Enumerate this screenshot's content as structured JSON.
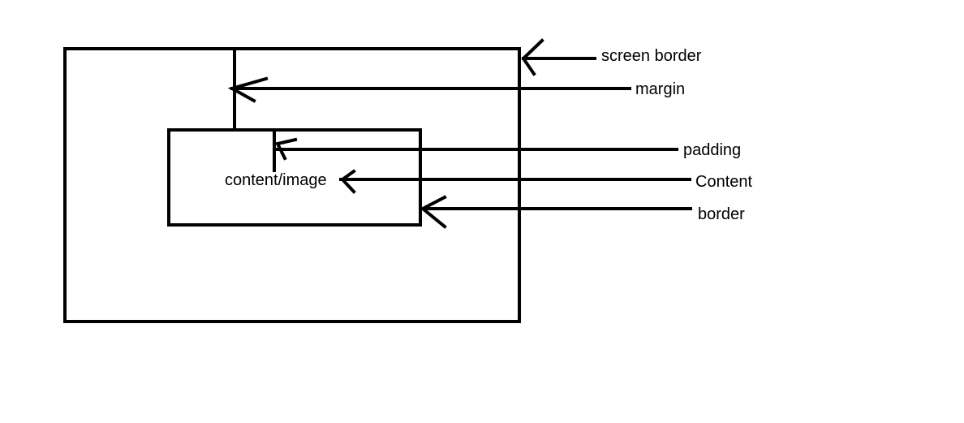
{
  "diagram": {
    "inner_text": "content/image",
    "labels": {
      "screen_border": "screen border",
      "margin": "margin",
      "padding": "padding",
      "content": "Content",
      "border": "border"
    }
  }
}
